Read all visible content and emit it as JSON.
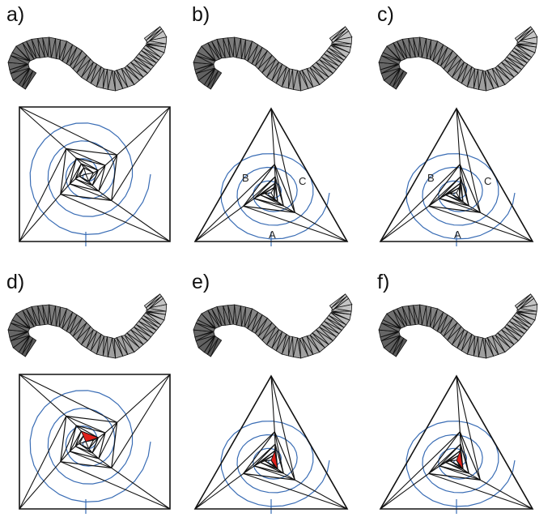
{
  "panels": [
    {
      "id": "a",
      "label": "a)",
      "outer": "square",
      "strip_dark_head": "#5a5a5a",
      "strip_tail": "#c9c9c9",
      "vertex_labels": [],
      "red_face": false
    },
    {
      "id": "b",
      "label": "b)",
      "outer": "triangle",
      "strip_dark_head": "#5a5a5a",
      "strip_tail": "#c9c9c9",
      "vertex_labels": [
        "A",
        "B",
        "C"
      ],
      "red_face": false
    },
    {
      "id": "c",
      "label": "c)",
      "outer": "triangle",
      "strip_dark_head": "#5a5a5a",
      "strip_tail": "#c9c9c9",
      "vertex_labels": [
        "A",
        "B",
        "C"
      ],
      "red_face": false
    },
    {
      "id": "d",
      "label": "d)",
      "outer": "square",
      "strip_dark_head": "#5a5a5a",
      "strip_tail": "#c9c9c9",
      "vertex_labels": [],
      "red_face": true
    },
    {
      "id": "e",
      "label": "e)",
      "outer": "triangle",
      "strip_dark_head": "#5a5a5a",
      "strip_tail": "#c9c9c9",
      "vertex_labels": [],
      "red_face": true
    },
    {
      "id": "f",
      "label": "f)",
      "outer": "triangle",
      "strip_dark_head": "#5a5a5a",
      "strip_tail": "#c9c9c9",
      "vertex_labels": [],
      "red_face": true
    }
  ],
  "colors": {
    "edge": "#111111",
    "dual": "#3a6db5",
    "highlight": "#e0201a",
    "outline": "#111111"
  }
}
